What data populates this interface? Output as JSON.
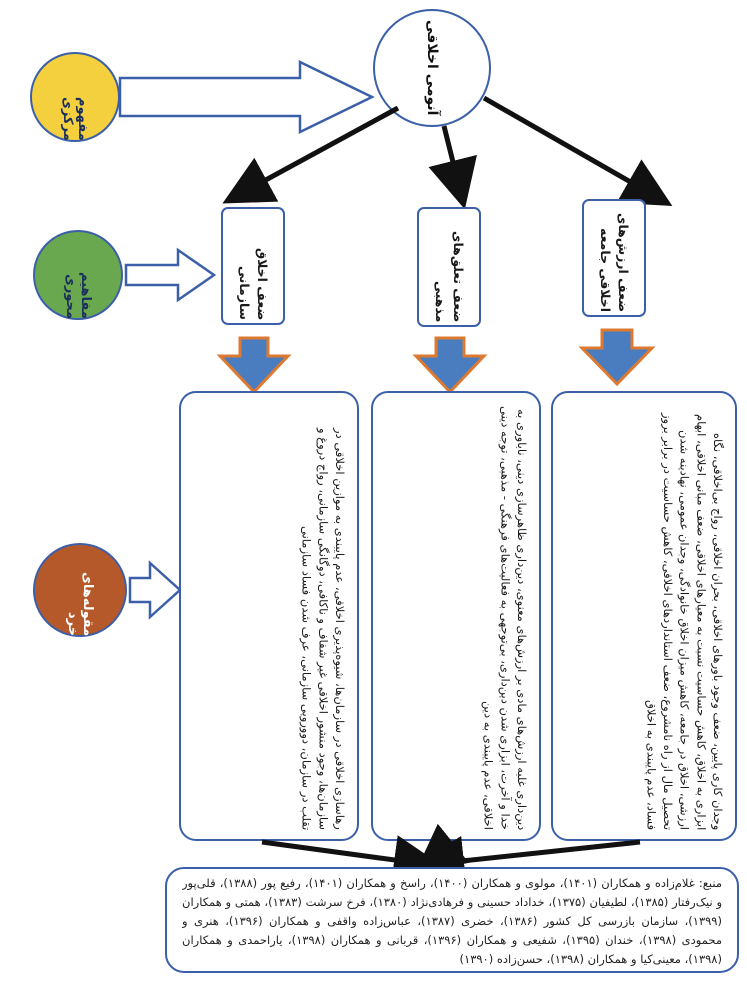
{
  "colors": {
    "yellow": "#f4d03f",
    "green": "#6aa84f",
    "brown": "#b5582a",
    "border": "#3b5fa8",
    "orange_arrow": "#dd7a32",
    "blue_arrow": "#4a7dc0",
    "black": "#111111"
  },
  "icons": {
    "hollow_arrow": "hollow-arrow-icon",
    "block_arrow": "block-arrow-icon"
  },
  "levels": {
    "central": "مفهوم مرکزی",
    "axial": "مفاهیم محوری",
    "sub": "مقوله‌های خرد"
  },
  "core": "آنومی اخلاقی",
  "axial_concepts": [
    "ضعف ارزش‌های اخلاقی جامعه",
    "ضعف تعلق‌های مذهبی",
    "ضعف اخلاق سازمانی"
  ],
  "sub_categories": [
    "وجدان کاری پایین، ضعف وجود باورهای اخلاقی، بحران اخلاقی، رواج بی‌اخلاقی، نگاه ابزاری به اخلاق، کاهش حساسیت نسبت به معیارهای اخلاقی، ضعف مبانی اخلاقی، ابهام ارزشی، اخلاق در جامعه، کاهش میزان اخلاق خانوادگی، وجدان عمومی، نهادینه شدن تحصیل مال از راه نامشروع، ضعف استانداردهای اخلاقی، کاهش حساسیت در برابر بروز فساد، عدم پایبندی به اخلاق",
    "دین‌داری غلبه ارزش‌های مادی بر ارزش‌های معنوی، دین‌داری ظاهرسازی دینی، ناباوری به خدا و آخرت، ابزاری شدن دین‌داری، بی‌توجهی به فعالیت‌های فرهنگی - مذهبی، توجه دینی اخلاقی، عدم پایبندی به دین",
    "رهاسازی اخلاقی در سازمان‌ها، شیوه‌پذیری اخلاقی، عدم پایبندی به موازین اخلاقی در سازمان‌ها، وجود منشور اخلاقی غیر شفاف و ناکافی، دوگانگی سازمانی، رواج دروغ و تقلب در سازمان، دوورویی سازمانی، عرف شدن فساد سازمانی"
  ],
  "source": "منبع: غلام‌زاده و همکاران (۱۴۰۱)، مولوی و همکاران (۱۴۰۰)، راسخ و همکاران (۱۴۰۱)، رفیع پور (۱۳۸۸)، قلی‌پور و نیک‌رفتار (۱۳۸۵)، لطیفیان (۱۳۷۵)، خداداد حسینی و فرهادی‌نژاد (۱۳۸۰)، فرخ سرشت (۱۳۸۳)، همتی و همکاران (۱۳۹۹)، سازمان بازرسی کل کشور (۱۳۸۶)، خضری (۱۳۸۷)، عباس‌زاده واقفی و همکاران (۱۳۹۶)، هنری و محمودی (۱۳۹۸)، خندان (۱۳۹۵)، شفیعی و همکاران (۱۳۹۶)، قربانی و همکاران (۱۳۹۸)، یاراحمدی و همکاران (۱۳۹۸)، معینی‌کیا و همکاران (۱۳۹۸)، حسن‌زاده (۱۳۹۰)"
}
